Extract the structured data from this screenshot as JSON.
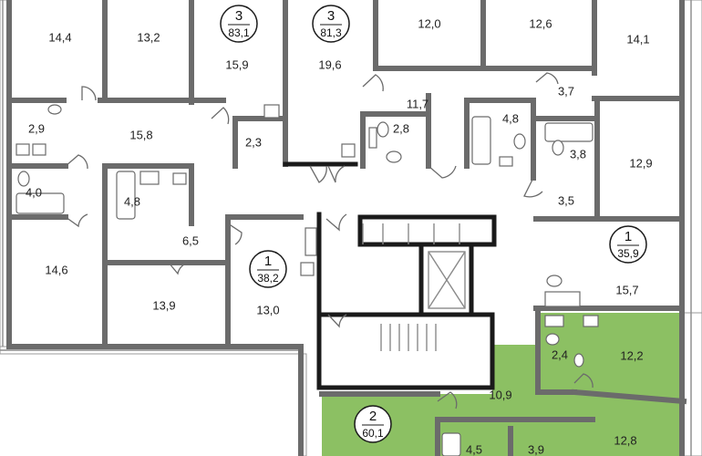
{
  "highlight_color": "#8cc063",
  "apartments": [
    {
      "id": "apt-a",
      "rooms_label": "3",
      "area": "83,1"
    },
    {
      "id": "apt-b",
      "rooms_label": "3",
      "area": "81,3"
    },
    {
      "id": "apt-c",
      "rooms_label": "1",
      "area": "38,2"
    },
    {
      "id": "apt-d",
      "rooms_label": "1",
      "area": "35,9"
    },
    {
      "id": "apt-e",
      "rooms_label": "2",
      "area": "60,1",
      "highlighted": true
    }
  ],
  "rooms": [
    "14,4",
    "13,2",
    "15,9",
    "19,6",
    "12,0",
    "12,6",
    "14,1",
    "2,9",
    "15,8",
    "2,3",
    "2,8",
    "11,7",
    "4,8",
    "3,7",
    "4,0",
    "4,8",
    "3,8",
    "12,9",
    "3,5",
    "6,5",
    "14,6",
    "13,9",
    "13,0",
    "15,7",
    "2,4",
    "12,2",
    "10,9",
    "12,8",
    "4,5",
    "3,9"
  ]
}
